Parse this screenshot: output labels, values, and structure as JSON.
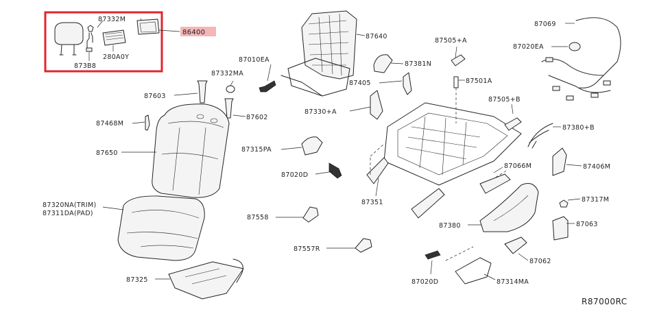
{
  "colors": {
    "highlight_box": "#e3242b",
    "highlight_label_bg": "#f4b6b6",
    "line": "#222222",
    "background": "#ffffff"
  },
  "labels": {
    "p87332M": "87332M",
    "p86400": "86400",
    "p280A0Y": "280A0Y",
    "p873B8": "873B8",
    "p87640": "87640",
    "p87010EA": "87010EA",
    "p87332MA": "87332MA",
    "p87603": "87603",
    "p87602": "87602",
    "p87468M": "87468M",
    "p87650": "87650",
    "p87320NA": "87320NA(TRIM)",
    "p87311DA": "87311DA(PAD)",
    "p87325": "87325",
    "p87505A": "87505+A",
    "p87381N": "87381N",
    "p87405": "87405",
    "p87501A": "87501A",
    "p87330A": "87330+A",
    "p87505B": "87505+B",
    "p87315PA": "87315PA",
    "p87020D_left": "87020D",
    "p87351": "87351",
    "p87066M": "87066M",
    "p87558": "87558",
    "p87557R": "87557R",
    "p87380": "87380",
    "p87020D_bottom": "87020D",
    "p87314MA": "87314MA",
    "p87062": "87062",
    "p87063": "87063",
    "p87317M": "87317M",
    "p87406M": "87406M",
    "p87380B": "87380+B",
    "p87069": "87069",
    "p87020EA": "87020EA"
  },
  "reference_code": "R87000RC"
}
